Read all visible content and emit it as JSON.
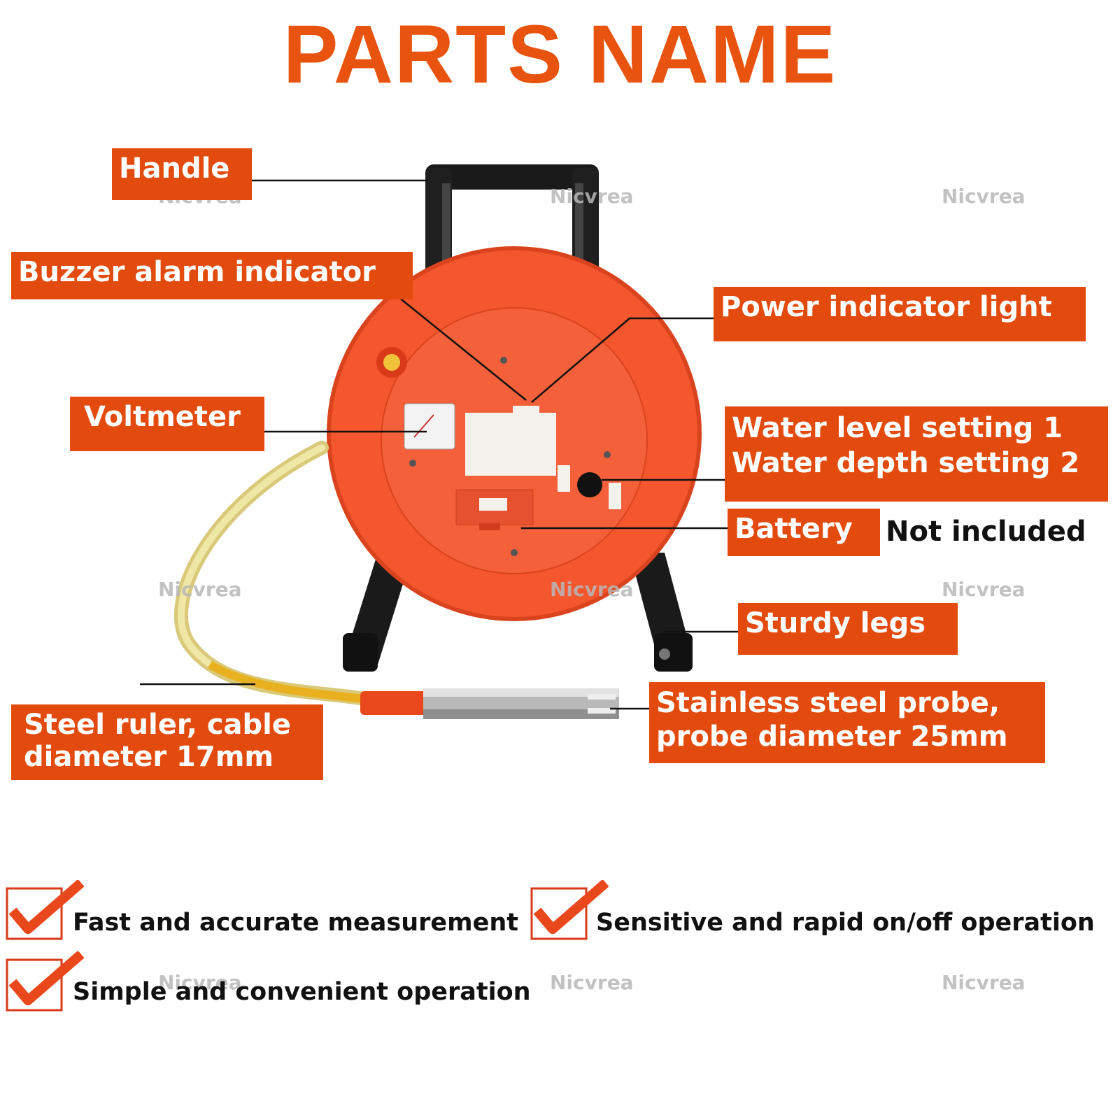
{
  "title": "PARTS NAME",
  "labels": {
    "handle": "Handle",
    "buzzer": "Buzzer alarm indicator",
    "power": "Power indicator light",
    "voltmeter": "Voltmeter",
    "water_level": "Water level setting 1",
    "water_depth": "Water depth setting 2",
    "battery": "Battery",
    "battery_note": "Not included",
    "legs": "Sturdy legs",
    "ruler_line1": "Steel ruler, cable",
    "ruler_line2": "diameter 17mm",
    "probe_line1": "Stainless steel probe,",
    "probe_line2": "probe diameter 25mm"
  },
  "watermark": "Nicvrea",
  "features": [
    "Fast and accurate measurement",
    "Sensitive and rapid on/off operation",
    "Simple and convenient operation"
  ],
  "colors": {
    "accent": "#e34b0e",
    "reel": "#f4562e",
    "frame": "#1a1a1a"
  }
}
